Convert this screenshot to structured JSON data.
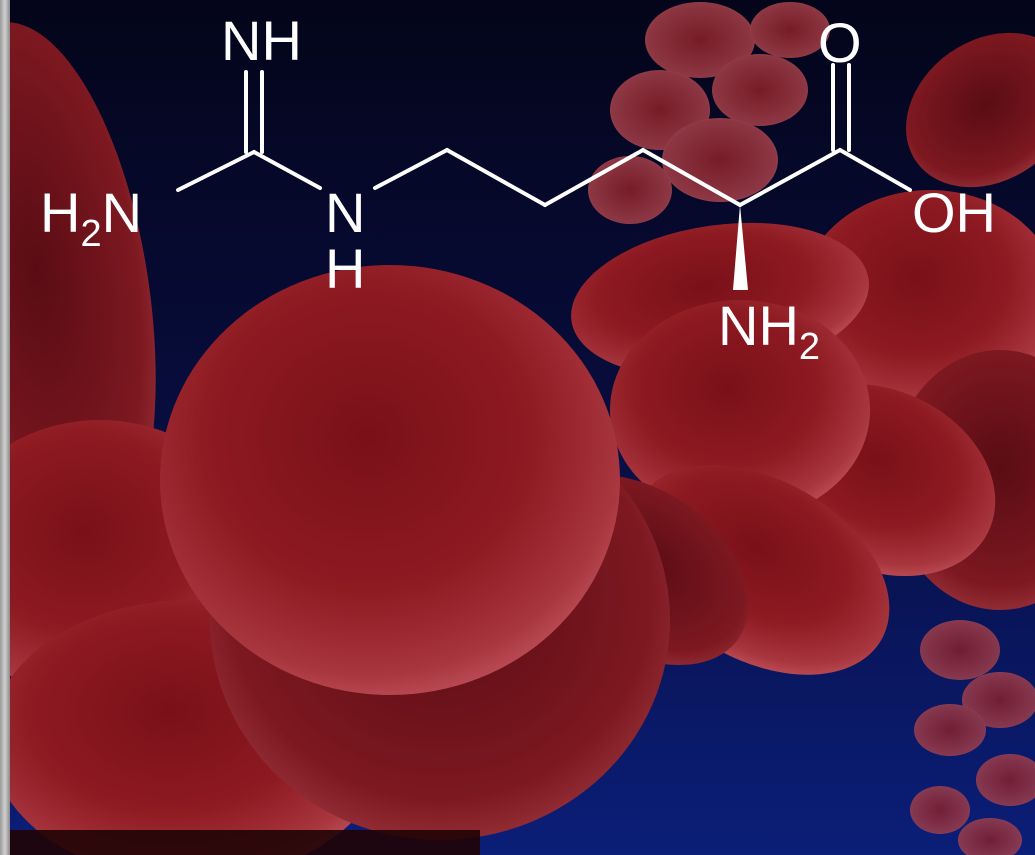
{
  "colors": {
    "background_top": "#04051a",
    "background_bottom": "#0a1a6a",
    "cell_main": "#8e1a22",
    "cell_dark": "#4e0a10",
    "cell_light": "#c25560",
    "bond_color": "#ffffff",
    "frame_gray": "#b8b8b8"
  },
  "structure": {
    "imine": {
      "main": "NH",
      "sub": ""
    },
    "amine_left": {
      "main": "H",
      "sub": "2",
      "tail": "N"
    },
    "nh_amine": {
      "main": "N",
      "below": "H"
    },
    "carbonyl_o": {
      "main": "O"
    },
    "hydroxyl": {
      "main": "OH"
    },
    "alpha_amine": {
      "main": "NH",
      "sub": "2"
    }
  }
}
